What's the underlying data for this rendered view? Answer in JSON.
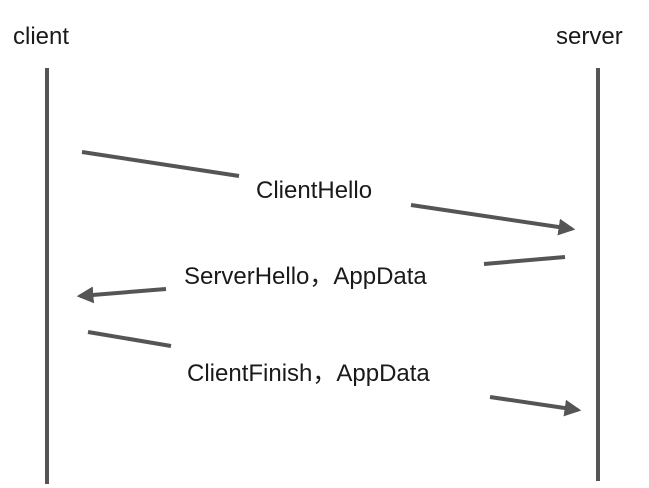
{
  "actors": {
    "client": "client",
    "server": "server"
  },
  "messages": [
    {
      "label": "ClientHello",
      "from": "client",
      "to": "server"
    },
    {
      "label": "ServerHello，AppData",
      "from": "server",
      "to": "client"
    },
    {
      "label": "ClientFinish，AppData",
      "from": "client",
      "to": "server"
    }
  ],
  "colors": {
    "line": "#555555",
    "text": "#1a1a1a",
    "background": "#ffffff"
  }
}
